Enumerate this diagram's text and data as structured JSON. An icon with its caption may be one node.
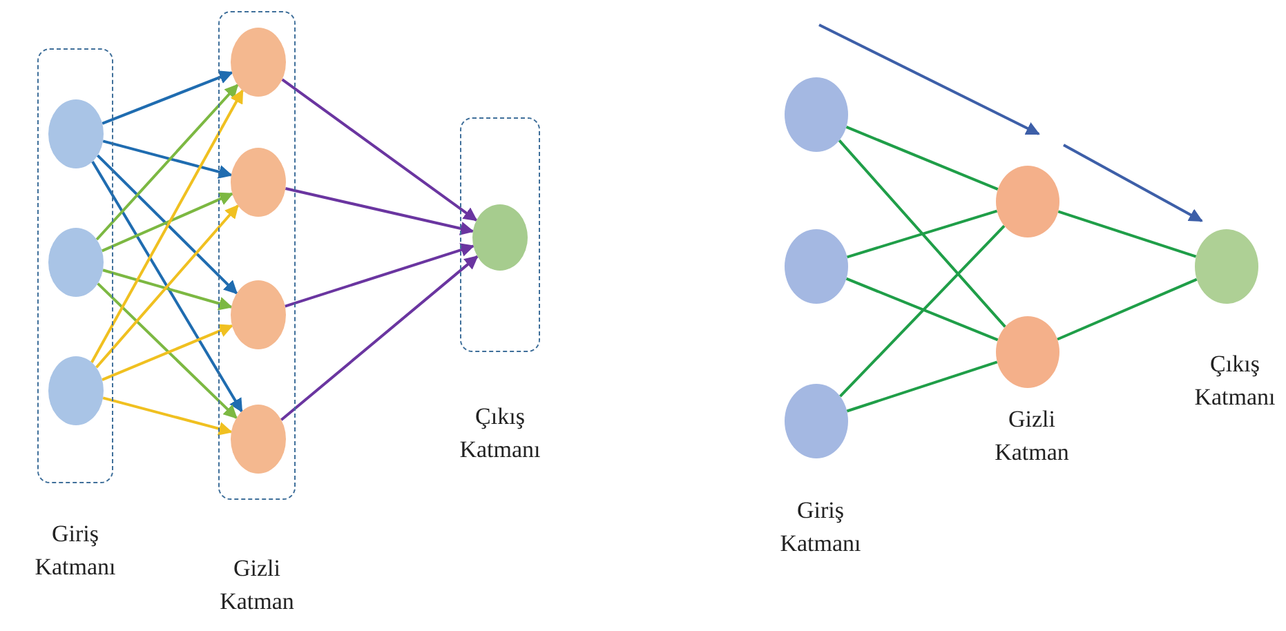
{
  "diagram": {
    "nodes": [
      {
        "text": [
          "Giriş Katmanı"
        ]
      },
      {
        "text": [],
        "shape": "circle",
        "in": 0
      },
      {
        "text": [],
        "shape": "circle",
        "in": 0
      },
      {
        "text": [],
        "shape": "circle",
        "in": 0
      },
      {
        "text": [
          "Gizli Katman"
        ]
      },
      {
        "text": [],
        "shape": "circle",
        "in": 4
      },
      {
        "text": [],
        "shape": "circle",
        "in": 4
      },
      {
        "text": [],
        "shape": "circle",
        "in": 4
      },
      {
        "text": [],
        "shape": "circle",
        "in": 4
      },
      {
        "text": [
          "Çıkış Katmanı"
        ]
      },
      {
        "text": [],
        "shape": "circle",
        "in": 9
      },
      {
        "text": [],
        "shape": "circle"
      },
      {
        "text": [],
        "shape": "circle"
      },
      {
        "text": [],
        "shape": "circle"
      },
      {
        "text": [],
        "shape": "circle"
      },
      {
        "text": [],
        "shape": "circle"
      },
      {
        "text": [],
        "shape": "circle"
      }
    ],
    "edges": [
      {
        "from": 1,
        "to": 5,
        "arrow": "to",
        "color": "#1f6cb0"
      },
      {
        "from": 1,
        "to": 6,
        "arrow": "to",
        "color": "#1f6cb0"
      },
      {
        "from": 1,
        "to": 7,
        "arrow": "to",
        "color": "#1f6cb0"
      },
      {
        "from": 1,
        "to": 8,
        "arrow": "to",
        "color": "#1f6cb0"
      },
      {
        "from": 2,
        "to": 5,
        "arrow": "to",
        "color": "#7cb842"
      },
      {
        "from": 2,
        "to": 6,
        "arrow": "to",
        "color": "#7cb842"
      },
      {
        "from": 2,
        "to": 7,
        "arrow": "to",
        "color": "#7cb842"
      },
      {
        "from": 2,
        "to": 8,
        "arrow": "to",
        "color": "#7cb842"
      },
      {
        "from": 3,
        "to": 5,
        "arrow": "to",
        "color": "#f0c020"
      },
      {
        "from": 3,
        "to": 6,
        "arrow": "to",
        "color": "#f0c020"
      },
      {
        "from": 3,
        "to": 7,
        "arrow": "to",
        "color": "#f0c020"
      },
      {
        "from": 3,
        "to": 8,
        "arrow": "to",
        "color": "#f0c020"
      },
      {
        "from": 5,
        "to": 10,
        "arrow": "to",
        "color": "#6a35a0"
      },
      {
        "from": 6,
        "to": 10,
        "arrow": "to",
        "color": "#6a35a0"
      },
      {
        "from": 7,
        "to": 10,
        "arrow": "to",
        "color": "#6a35a0"
      },
      {
        "from": 8,
        "to": 10,
        "arrow": "to",
        "color": "#6a35a0"
      },
      {
        "from": 11,
        "to": 14,
        "arrow": "none",
        "color": "#1f9e48"
      },
      {
        "from": 11,
        "to": 15,
        "arrow": "none",
        "color": "#1f9e48"
      },
      {
        "from": 12,
        "to": 14,
        "arrow": "none",
        "color": "#1f9e48"
      },
      {
        "from": 12,
        "to": 15,
        "arrow": "none",
        "color": "#1f9e48"
      },
      {
        "from": 13,
        "to": 14,
        "arrow": "none",
        "color": "#1f9e48"
      },
      {
        "from": 13,
        "to": 15,
        "arrow": "none",
        "color": "#1f9e48"
      },
      {
        "from": 14,
        "to": 16,
        "arrow": "none",
        "color": "#1f9e48"
      },
      {
        "from": 15,
        "to": 16,
        "arrow": "none",
        "color": "#1f9e48"
      }
    ],
    "labels": [
      "Giriş Katmanı",
      "Gizli Katman",
      "Çıkış Katmanı"
    ]
  }
}
